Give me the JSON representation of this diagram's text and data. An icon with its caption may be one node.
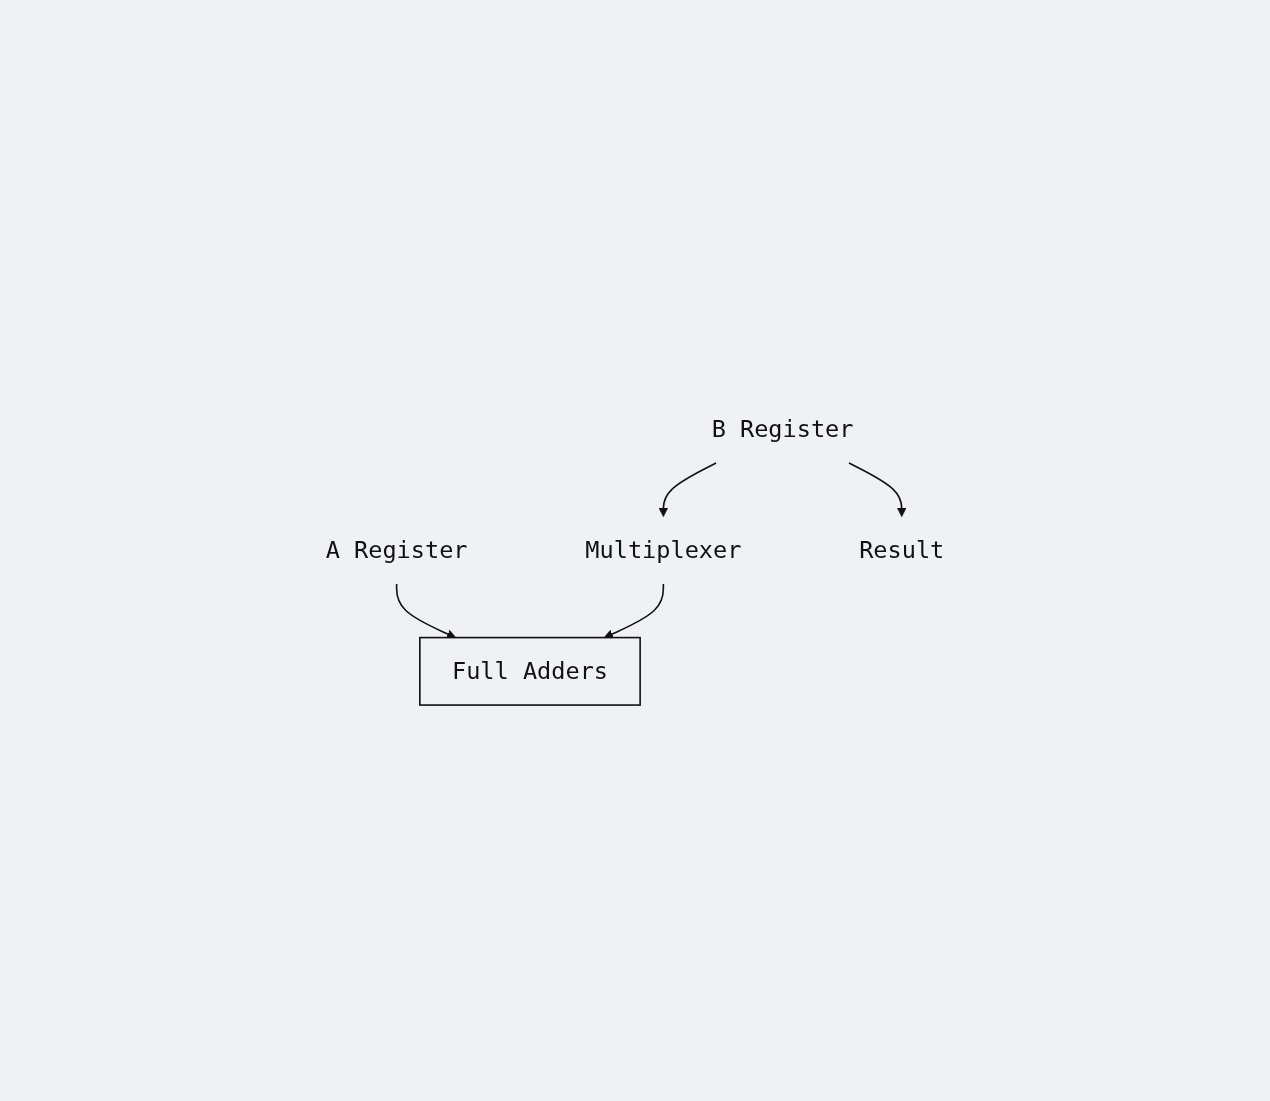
{
  "diagram": {
    "nodes": [
      {
        "text": [
          "A Register"
        ]
      },
      {
        "text": [
          "Full Adders"
        ]
      },
      {
        "text": [
          "Multiplexer"
        ]
      },
      {
        "text": [
          "B Register"
        ]
      },
      {
        "text": [
          "Result"
        ]
      }
    ],
    "edges": [
      {
        "from": 0,
        "to": 1,
        "arrow": "to"
      },
      {
        "from": 2,
        "to": 1,
        "arrow": "to"
      },
      {
        "from": 3,
        "to": 2,
        "arrow": "to"
      },
      {
        "from": 3,
        "to": 4,
        "arrow": "to"
      }
    ]
  }
}
